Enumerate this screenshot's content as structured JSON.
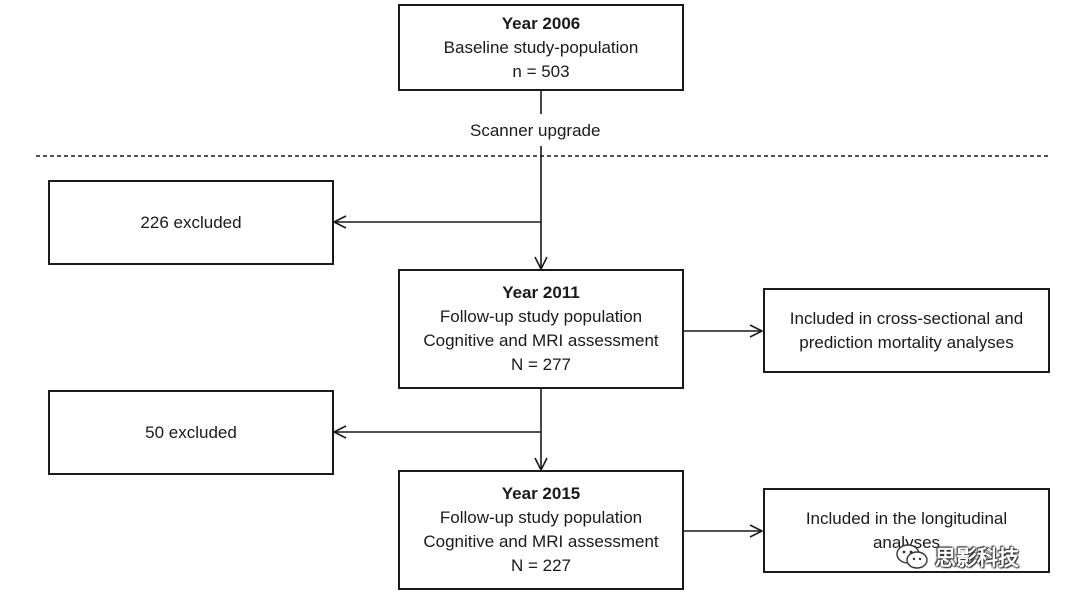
{
  "boxes": {
    "baseline": {
      "title": "Year 2006",
      "line1": "Baseline study-population",
      "line2": "n = 503"
    },
    "excluded_2011": {
      "text": "226 excluded"
    },
    "followup_2011": {
      "title": "Year 2011",
      "line1": "Follow-up study population",
      "line2": "Cognitive and MRI assessment",
      "line3": "N = 277"
    },
    "cross_sectional": {
      "line1": "Included in cross-sectional and",
      "line2": "prediction mortality analyses"
    },
    "excluded_2015": {
      "text": "50 excluded"
    },
    "followup_2015": {
      "title": "Year 2015",
      "line1": "Follow-up study population",
      "line2": "Cognitive and MRI assessment",
      "line3": "N = 227"
    },
    "longitudinal": {
      "line1": "Included in the longitudinal",
      "line2": "analyses"
    }
  },
  "annotations": {
    "scanner_upgrade": "Scanner upgrade"
  },
  "watermark": {
    "text": "思影科技",
    "icon": "wechat-icon"
  },
  "colors": {
    "line": "#1a1a1a",
    "background": "#ffffff"
  }
}
